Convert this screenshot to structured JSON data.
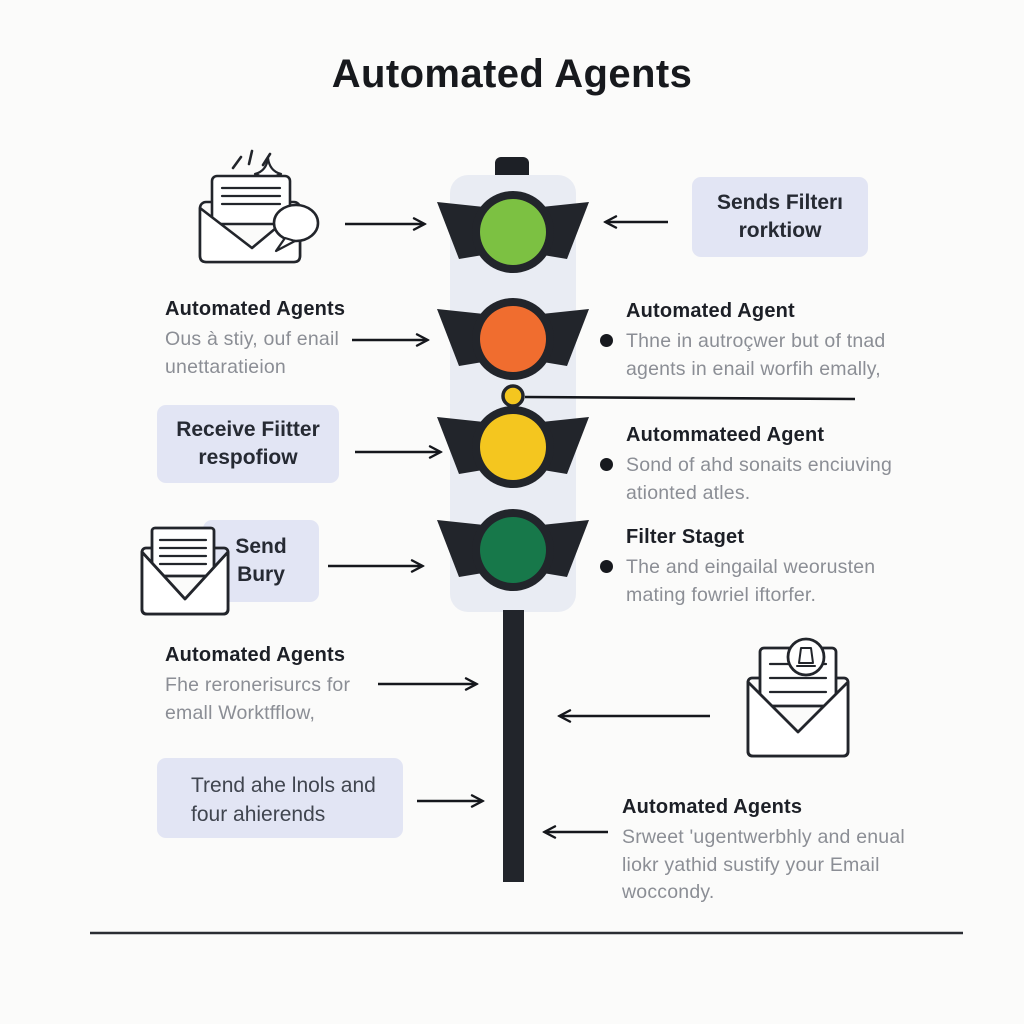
{
  "title": "Automated Agents",
  "colors": {
    "box_bg": "#e2e5f4",
    "housing": "#e9ecf3",
    "frame": "#22252b",
    "light_green": "#7cc142",
    "light_orange": "#f06d2f",
    "light_yellow": "#f4c61f",
    "light_dark_green": "#17784a"
  },
  "traffic_light": {
    "lights": [
      {
        "name": "green",
        "color": "#7cc142"
      },
      {
        "name": "orange",
        "color": "#f06d2f"
      },
      {
        "name": "yellow",
        "color": "#f4c61f"
      },
      {
        "name": "dark-green",
        "color": "#17784a"
      }
    ]
  },
  "icons": {
    "top_left": "new-email-envelope-sparkle-chat-icon",
    "mid_left": "open-envelope-letter-icon",
    "bottom_right": "open-envelope-badge-icon"
  },
  "left": {
    "block1": {
      "heading": "Automated Agents",
      "lines": [
        "Ous à stiy, ouf enail",
        "unettaratieion"
      ]
    },
    "receive_box": {
      "line1": "Receive Fiitter",
      "line2": "respofiow"
    },
    "send_box": {
      "line1": "Send",
      "line2": "Bury"
    },
    "block2": {
      "heading": "Automated Agents",
      "lines": [
        "Fhe reronerisurcs for",
        "emall Worktfflow,"
      ]
    },
    "trend_box": {
      "line1": "Trend ahe lnols and",
      "line2": "four ahierends"
    }
  },
  "right": {
    "sends_box": {
      "line1": "Sends Filterı",
      "line2": "rorktiow"
    },
    "bullet1": {
      "heading": "Automated Agent",
      "lines": [
        "Thne in autroçwer but of tnad",
        "agents in enail worfih emally,"
      ]
    },
    "bullet2": {
      "heading": "Autommateed Agent",
      "lines": [
        "Sond of ahd sonaits enciuving",
        "ationted atles."
      ]
    },
    "bullet3": {
      "heading": "Filter Staget",
      "lines": [
        "The and eingailal weorusten",
        "mating fowriel iftorfer."
      ]
    },
    "block_bottom": {
      "heading": "Automated Agents",
      "lines": [
        "Srweet 'ugentwerbhly and enual",
        "liokr yathid sustify your Email",
        "woccondy."
      ]
    }
  }
}
